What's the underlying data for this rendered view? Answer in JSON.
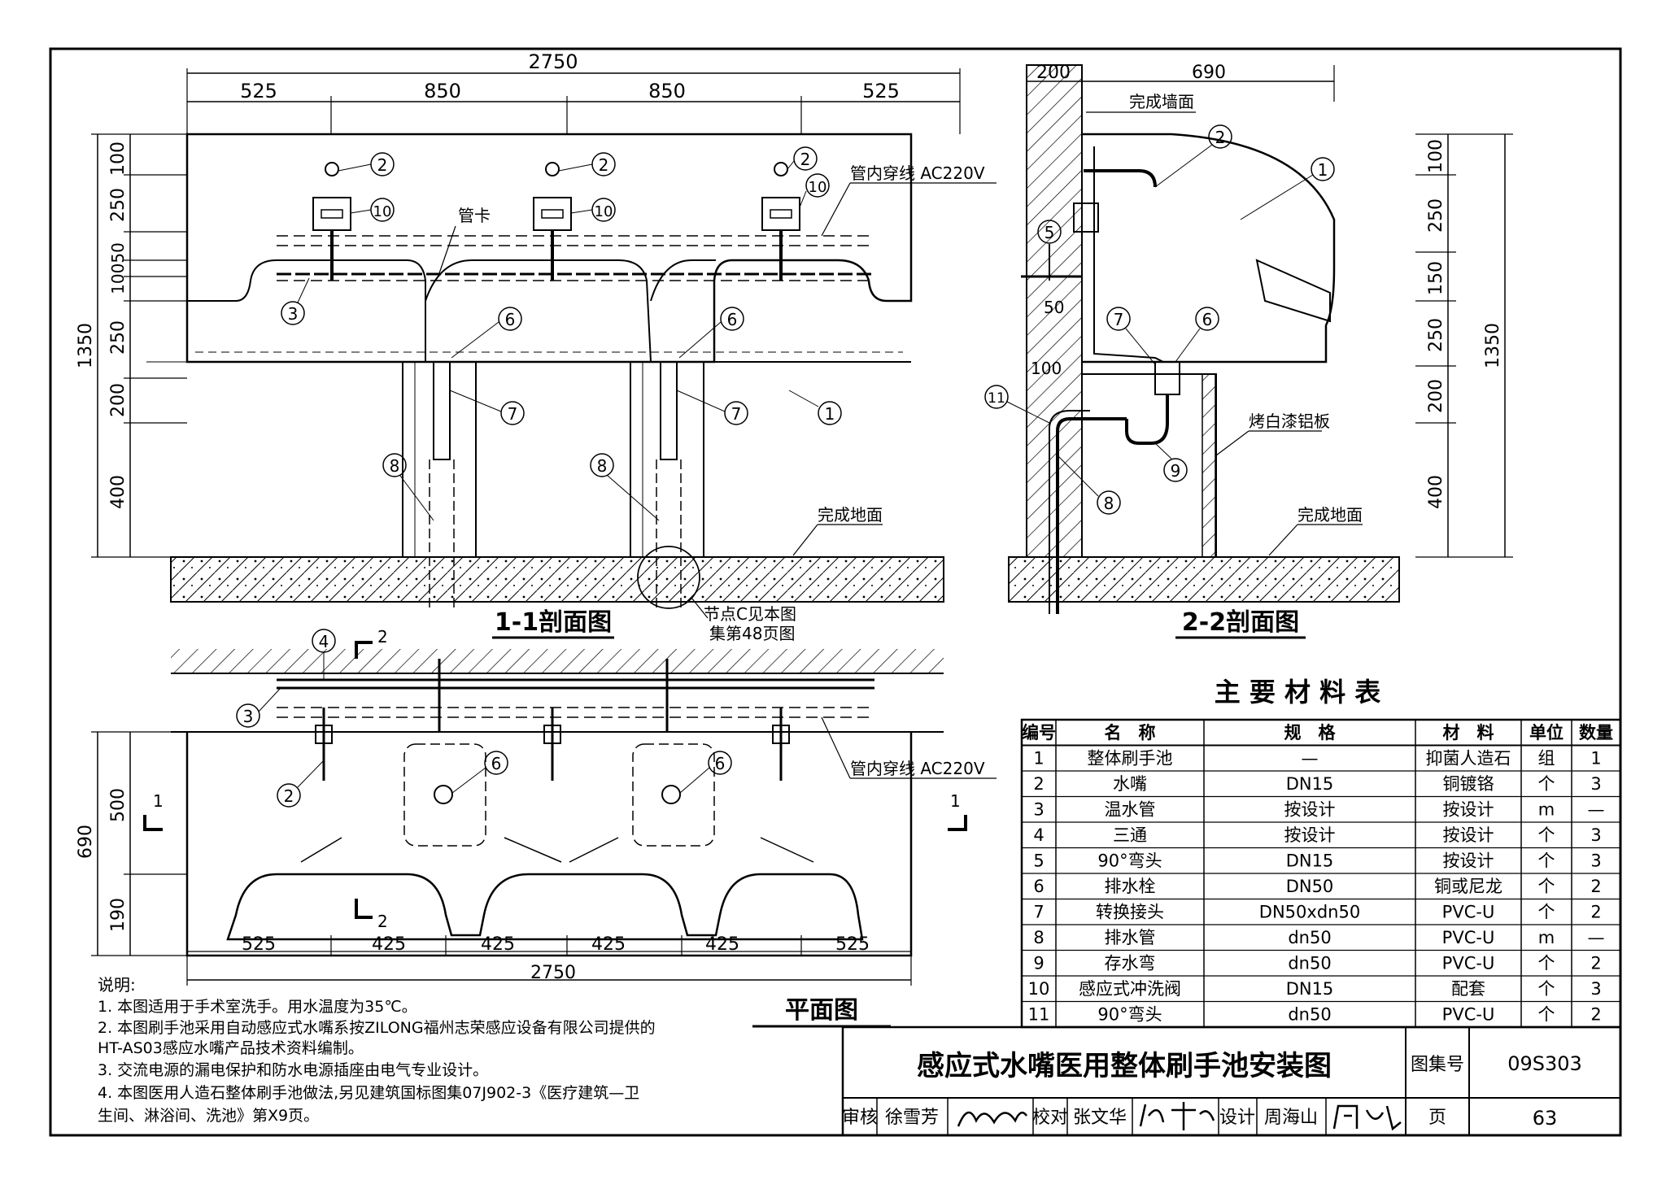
{
  "drawing": {
    "section1_title": "1-1剖面图",
    "section2_title": "2-2剖面图",
    "plan_title": "平面图",
    "note_node": "节点C见本图",
    "note_node2": "集第48页图",
    "finish_wall": "完成墙面",
    "finish_floor": "完成地面",
    "finish_floor2": "完成地面",
    "pipe_clip": "管卡",
    "wire_in_pipe": "管内穿线 AC220V",
    "wire_in_pipe2": "管内穿线 AC220V",
    "aluminum_panel": "烤白漆铝板",
    "cut_mark": "1",
    "cut_mark2": "2",
    "dims_top": {
      "total": "2750",
      "d1": "525",
      "d2": "850",
      "d3": "850",
      "d4": "525"
    },
    "dims_left": {
      "v100": "100",
      "v250": "250",
      "v10050": "10050",
      "v250b": "250",
      "v200": "200",
      "v400": "400",
      "total": "1350"
    },
    "dims_22": {
      "d200": "200",
      "d690": "690",
      "d50": "50",
      "d100": "100",
      "r100": "100",
      "r250": "250",
      "r150": "150",
      "r250b": "250",
      "r200": "200",
      "r400": "400",
      "total": "1350"
    },
    "dims_plan": {
      "d525": "525",
      "d425a": "425",
      "d425b": "425",
      "d425c": "425",
      "d425d": "425",
      "d525b": "525",
      "total": "2750",
      "v500": "500",
      "v690": "690",
      "v190": "190"
    },
    "callouts": [
      "1",
      "2",
      "3",
      "4",
      "5",
      "6",
      "7",
      "8",
      "9",
      "10",
      "11"
    ]
  },
  "notes": {
    "heading": "说明:",
    "items": [
      "1. 本图适用于手术室洗手。用水温度为35℃。",
      "2. 本图刷手池采用自动感应式水嘴系按ZILONG福州志荣感应设备有限公司提供的",
      "    HT-AS03感应水嘴产品技术资料编制。",
      "3. 交流电源的漏电保护和防水电源插座由电气专业设计。",
      "4. 本图医用人造石整体刷手池做法,另见建筑国标图集07J902-3《医疗建筑—卫",
      "    生间、淋浴间、洗池》第X9页。"
    ]
  },
  "materials": {
    "title": "主 要 材 料 表",
    "headers": [
      "编号",
      "名　称",
      "规　格",
      "材　料",
      "单位",
      "数量"
    ],
    "rows": [
      [
        "1",
        "整体刷手池",
        "—",
        "抑菌人造石",
        "组",
        "1"
      ],
      [
        "2",
        "水嘴",
        "DN15",
        "铜镀铬",
        "个",
        "3"
      ],
      [
        "3",
        "温水管",
        "按设计",
        "按设计",
        "m",
        "—"
      ],
      [
        "4",
        "三通",
        "按设计",
        "按设计",
        "个",
        "3"
      ],
      [
        "5",
        "90°弯头",
        "DN15",
        "按设计",
        "个",
        "3"
      ],
      [
        "6",
        "排水栓",
        "DN50",
        "铜或尼龙",
        "个",
        "2"
      ],
      [
        "7",
        "转换接头",
        "DN50xdn50",
        "PVC-U",
        "个",
        "2"
      ],
      [
        "8",
        "排水管",
        "dn50",
        "PVC-U",
        "m",
        "—"
      ],
      [
        "9",
        "存水弯",
        "dn50",
        "PVC-U",
        "个",
        "2"
      ],
      [
        "10",
        "感应式冲洗阀",
        "DN15",
        "配套",
        "个",
        "3"
      ],
      [
        "11",
        "90°弯头",
        "dn50",
        "PVC-U",
        "个",
        "2"
      ]
    ]
  },
  "titleblock": {
    "title": "感应式水嘴医用整体刷手池安装图",
    "atlas_label": "图集号",
    "atlas_no": "09S303",
    "review_label": "审核",
    "reviewer": "徐雪芳",
    "check_label": "校对",
    "checker": "张文华",
    "design_label": "设计",
    "designer": "周海山",
    "page_label": "页",
    "page_no": "63"
  }
}
